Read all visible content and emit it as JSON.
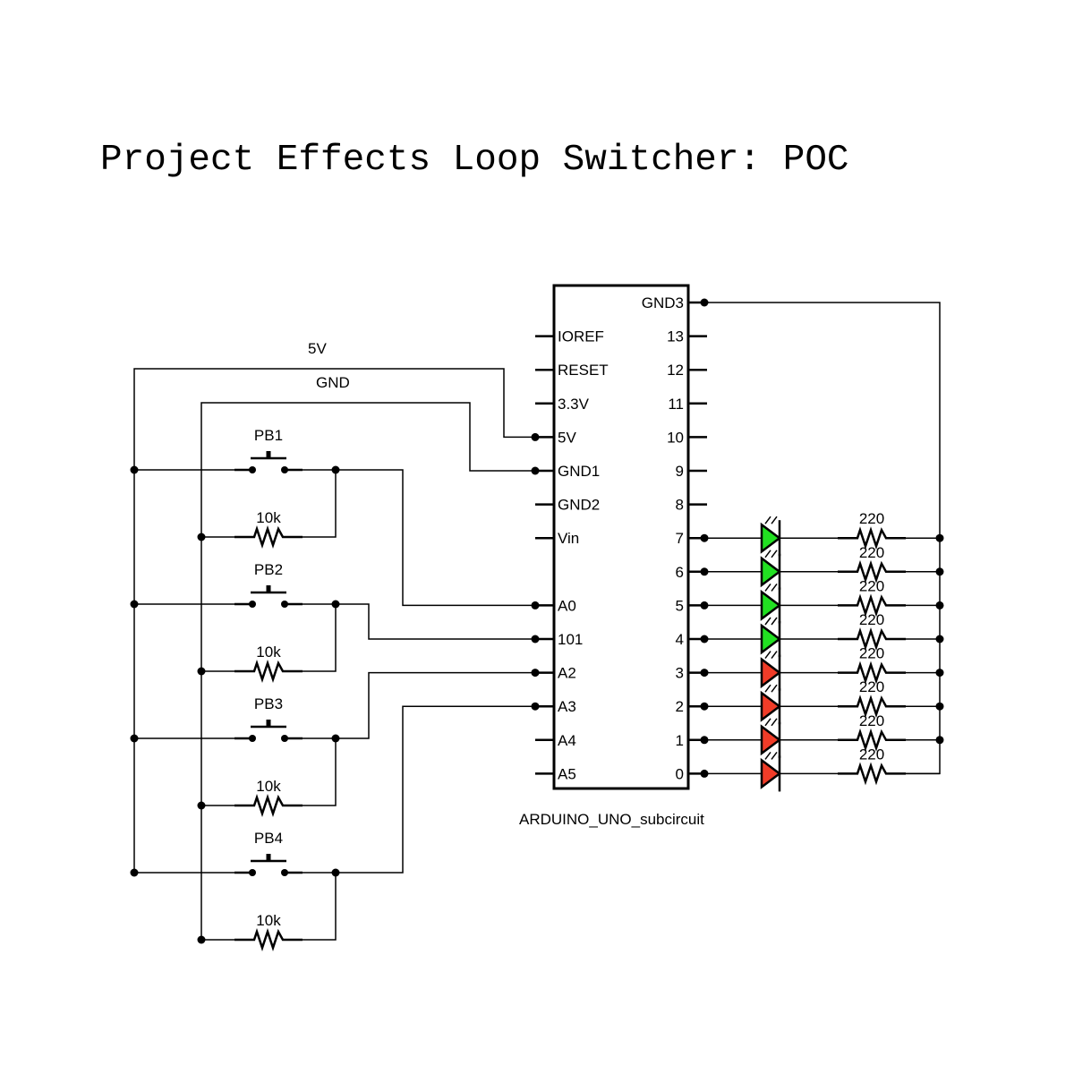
{
  "title": "Project Effects Loop Switcher: POC",
  "chip": {
    "name": "ARDUINO_UNO_subcircuit",
    "left_pins": [
      "IOREF",
      "RESET",
      "3.3V",
      "5V",
      "GND1",
      "GND2",
      "Vin",
      "",
      "A0",
      "101",
      "A2",
      "A3",
      "A4",
      "A5"
    ],
    "right_pins": [
      "GND3",
      "13",
      "12",
      "11",
      "10",
      "9",
      "8",
      "7",
      "6",
      "5",
      "4",
      "3",
      "2",
      "1",
      "0"
    ]
  },
  "rails": {
    "vcc": "5V",
    "gnd": "GND"
  },
  "buttons": [
    {
      "label": "PB1",
      "pulldown": "10k"
    },
    {
      "label": "PB2",
      "pulldown": "10k"
    },
    {
      "label": "PB3",
      "pulldown": "10k"
    },
    {
      "label": "PB4",
      "pulldown": "10k"
    }
  ],
  "leds": [
    {
      "pin": "7",
      "color": "#22e022",
      "resistor": "220"
    },
    {
      "pin": "6",
      "color": "#22e022",
      "resistor": "220"
    },
    {
      "pin": "5",
      "color": "#22e022",
      "resistor": "220"
    },
    {
      "pin": "4",
      "color": "#22e022",
      "resistor": "220"
    },
    {
      "pin": "3",
      "color": "#f03c28",
      "resistor": "220"
    },
    {
      "pin": "2",
      "color": "#f03c28",
      "resistor": "220"
    },
    {
      "pin": "1",
      "color": "#f03c28",
      "resistor": "220"
    },
    {
      "pin": "0",
      "color": "#f03c28",
      "resistor": "220"
    }
  ]
}
